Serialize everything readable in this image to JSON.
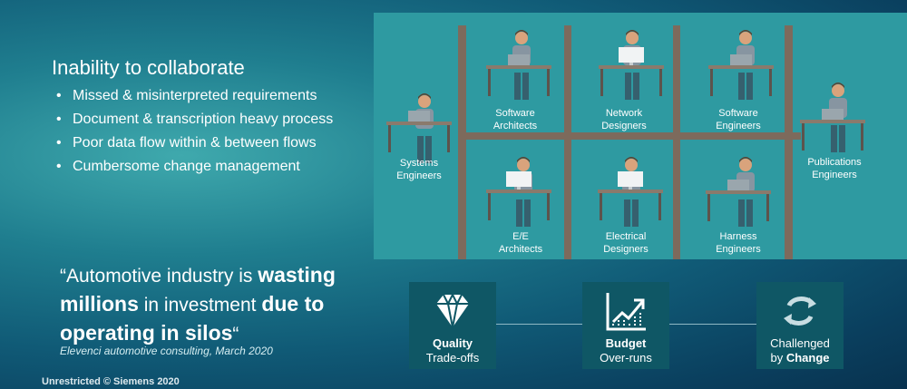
{
  "left": {
    "heading": "Inability to collaborate",
    "bullets": [
      "Missed & misinterpreted requirements",
      "Document & transcription heavy process",
      "Poor data flow within & between flows",
      "Cumbersome change management"
    ],
    "quote": {
      "open": "“Automotive industry is ",
      "b1": "wasting",
      "b2": "millions",
      "mid": " in investment ",
      "b3": "due to",
      "b4": "operating in silos",
      "close": "“"
    },
    "source": "Elevenci automotive consulting, March 2020"
  },
  "footer": "Unrestricted © Siemens 2020",
  "offices": [
    {
      "line1": "Systems",
      "line2": "Engineers"
    },
    {
      "line1": "Software",
      "line2": "Architects"
    },
    {
      "line1": "Network",
      "line2": "Designers"
    },
    {
      "line1": "Software",
      "line2": "Engineers"
    },
    {
      "line1": "Publications",
      "line2": "Engineers"
    },
    {
      "line1": "E/E",
      "line2": "Architects"
    },
    {
      "line1": "Electrical",
      "line2": "Designers"
    },
    {
      "line1": "Harness",
      "line2": "Engineers"
    }
  ],
  "cards": [
    {
      "icon": "diamond-icon",
      "bold": "Quality",
      "normal": "Trade-offs"
    },
    {
      "icon": "trend-chart-icon",
      "bold": "Budget",
      "normal": "Over-runs"
    },
    {
      "icon": "cycle-arrows-icon",
      "normal": "Challenged",
      "prefix": "by ",
      "bold": "Change"
    }
  ],
  "colors": {
    "panel": "#2e9aa1",
    "walls": "#7d6a5c",
    "card": "#0f5765"
  }
}
